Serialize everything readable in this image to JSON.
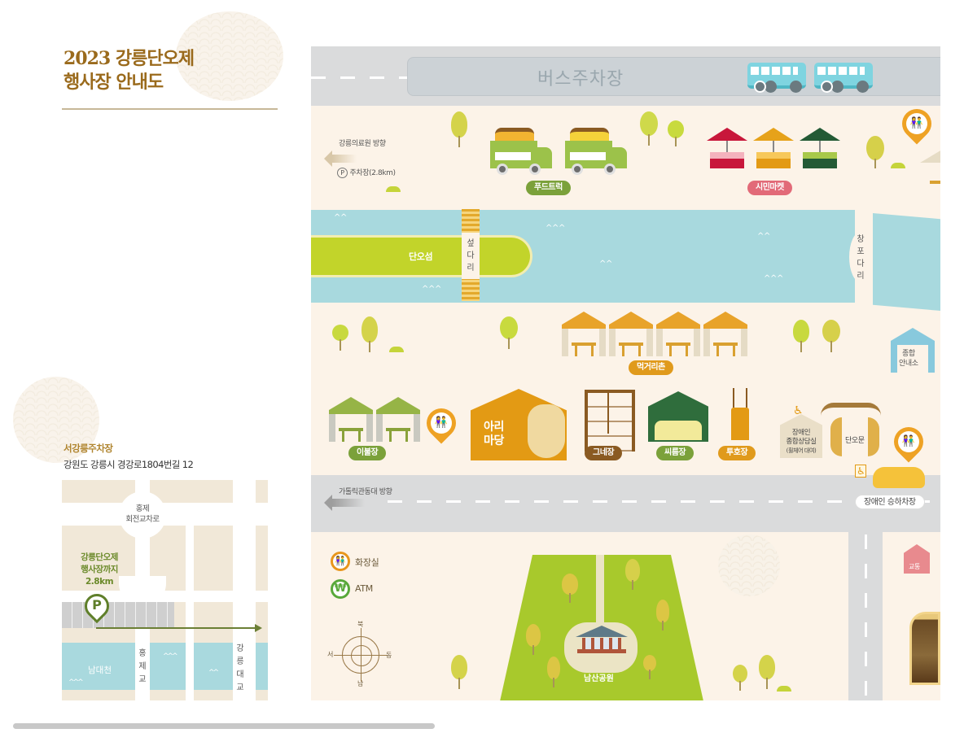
{
  "header": {
    "title_line1": "2023 강릉단오제",
    "title_line2": "행사장 안내도"
  },
  "parking_lot": {
    "name": "서강릉주차장",
    "address": "강원도 강릉시 경강로1804번길 12"
  },
  "minimap": {
    "roundabout_label_1": "홍제",
    "roundabout_label_2": "회전교차로",
    "distance_line1": "강릉단오제",
    "distance_line2": "행사장까지",
    "distance_line3": "2.8km",
    "parking_icon": "P",
    "river_label": "남대천",
    "bridge_hongje": [
      "홍",
      "제",
      "교"
    ],
    "bridge_gangneung": [
      "강",
      "릉",
      "대",
      "교"
    ]
  },
  "map": {
    "bus_parking": "버스주차장",
    "direction_hospital": "강릉의료원 방향",
    "parking_distance_icon": "P",
    "parking_distance": "주차장(2.8km)",
    "direction_university": "가톨릭관동대 방향",
    "food_truck": "푸드트럭",
    "citizen_market": "시민마켓",
    "island": "단오섬",
    "seop_bridge": [
      "섶",
      "다",
      "리"
    ],
    "changpo_bridge": [
      "창",
      "포",
      "다",
      "리"
    ],
    "food_zone": "먹거리촌",
    "info_center_line1": "종합",
    "info_center_line2": "안내소",
    "ibul_zone": "이불장",
    "ari_madang_line1": "아리",
    "ari_madang_line2": "마당",
    "swing": "그네장",
    "wrestling": "씨름장",
    "tuho": "투호장",
    "disabled_center_line1": "장애인",
    "disabled_center_line2": "종합상담실",
    "disabled_center_line3": "(휠체어 대여)",
    "dano_gate": "단오문",
    "disabled_dropoff": "장애인 승하차장",
    "traffic": "교통",
    "park": "남산공원",
    "legend": [
      {
        "icon": "restroom-icon",
        "symbol": "👫",
        "label": "화장실",
        "color": "#e8961c"
      },
      {
        "icon": "atm-icon",
        "symbol": "₩",
        "label": "ATM",
        "color": "#58a83a"
      }
    ],
    "compass": {
      "north": "북",
      "south": "남",
      "east": "동",
      "west": "서"
    }
  },
  "colors": {
    "title": "#9a6a1c",
    "map_bg": "#fcf3e8",
    "road": "#dadbdc",
    "river": "#a8d9de",
    "island": "#c2d42a",
    "green_label": "#7ba13a",
    "pink_label": "#e26a78",
    "orange_label": "#e09a1c"
  }
}
